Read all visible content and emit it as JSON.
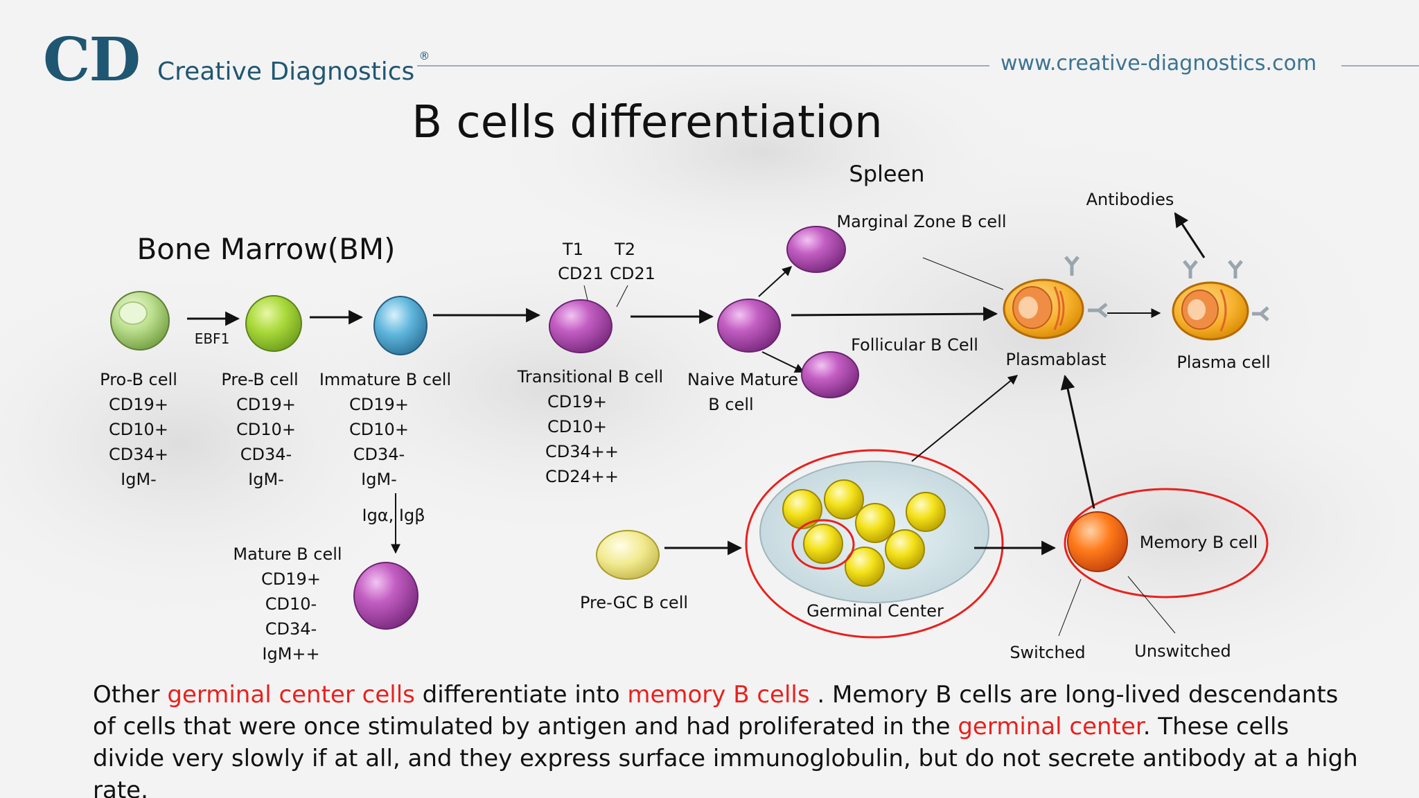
{
  "header": {
    "logo_mark": "CD",
    "logo_name": "Creative Diagnostics",
    "logo_reg": "®",
    "url": "www.creative-diagnostics.com"
  },
  "title": "B cells differentiation",
  "regions": {
    "spleen": "Spleen",
    "bone_marrow": "Bone Marrow(BM)"
  },
  "cells": {
    "pro_b": {
      "name": "Pro-B cell",
      "markers": [
        "CD19+",
        "CD10+",
        "CD34+",
        "IgM-"
      ]
    },
    "pre_b": {
      "name": "Pre-B cell",
      "markers": [
        "CD19+",
        "CD10+",
        "CD34-",
        "IgM-"
      ]
    },
    "immature_b": {
      "name": "Immature B cell",
      "markers": [
        "CD19+",
        "CD10+",
        "CD34-",
        "IgM-"
      ]
    },
    "mature_b": {
      "name": "Mature B cell",
      "markers": [
        "CD19+",
        "CD10-",
        "CD34-",
        "IgM++"
      ]
    },
    "transitional_b": {
      "name": "Transitional B cell",
      "markers": [
        "CD19+",
        "CD10+",
        "CD34++",
        "CD24++"
      ]
    },
    "naive_mature_b": {
      "name_line1": "Naive Mature",
      "name_line2": "B cell"
    },
    "marginal_zone_b": {
      "name": "Marginal Zone B cell"
    },
    "follicular_b": {
      "name": "Follicular B Cell"
    },
    "plasmablast": {
      "name": "Plasmablast"
    },
    "plasma_cell": {
      "name": "Plasma cell"
    },
    "pre_gc_b": {
      "name": "Pre-GC B cell"
    },
    "germinal_center": {
      "name": "Germinal Center"
    },
    "memory_b": {
      "name": "Memory B cell"
    }
  },
  "labels": {
    "ebf1": "EBF1",
    "t1": "T1",
    "t2": "T2",
    "t1_cd21": "CD21",
    "t2_cd21": "CD21",
    "ig_alpha_beta": "Igα, Igβ",
    "antibodies": "Antibodies",
    "switched": "Switched",
    "unswitched": "Unswitched"
  },
  "caption": {
    "part1": "Other ",
    "hl1": "germinal center cells",
    "part2": "  differentiate into  ",
    "hl2": "memory B cells",
    "part3": " . Memory B cells are long-lived descendants of cells that were once stimulated by antigen and had proliferated in the ",
    "hl3": "germinal center",
    "part4": ". These cells divide very slowly if at all, and they express surface immunoglobulin, but do not secrete antibody at a high rate."
  },
  "colors": {
    "brand": "#1f5672",
    "highlight": "#e8211d",
    "purple_cell": "#b24fb2",
    "yellow_cell": "#f3e21a",
    "orange_cell": "#ff7a1a",
    "green_cell": "#a8d64a",
    "blue_cell": "#4fb3d9"
  },
  "icons": [
    "arrow-icon",
    "antibody-icon"
  ]
}
